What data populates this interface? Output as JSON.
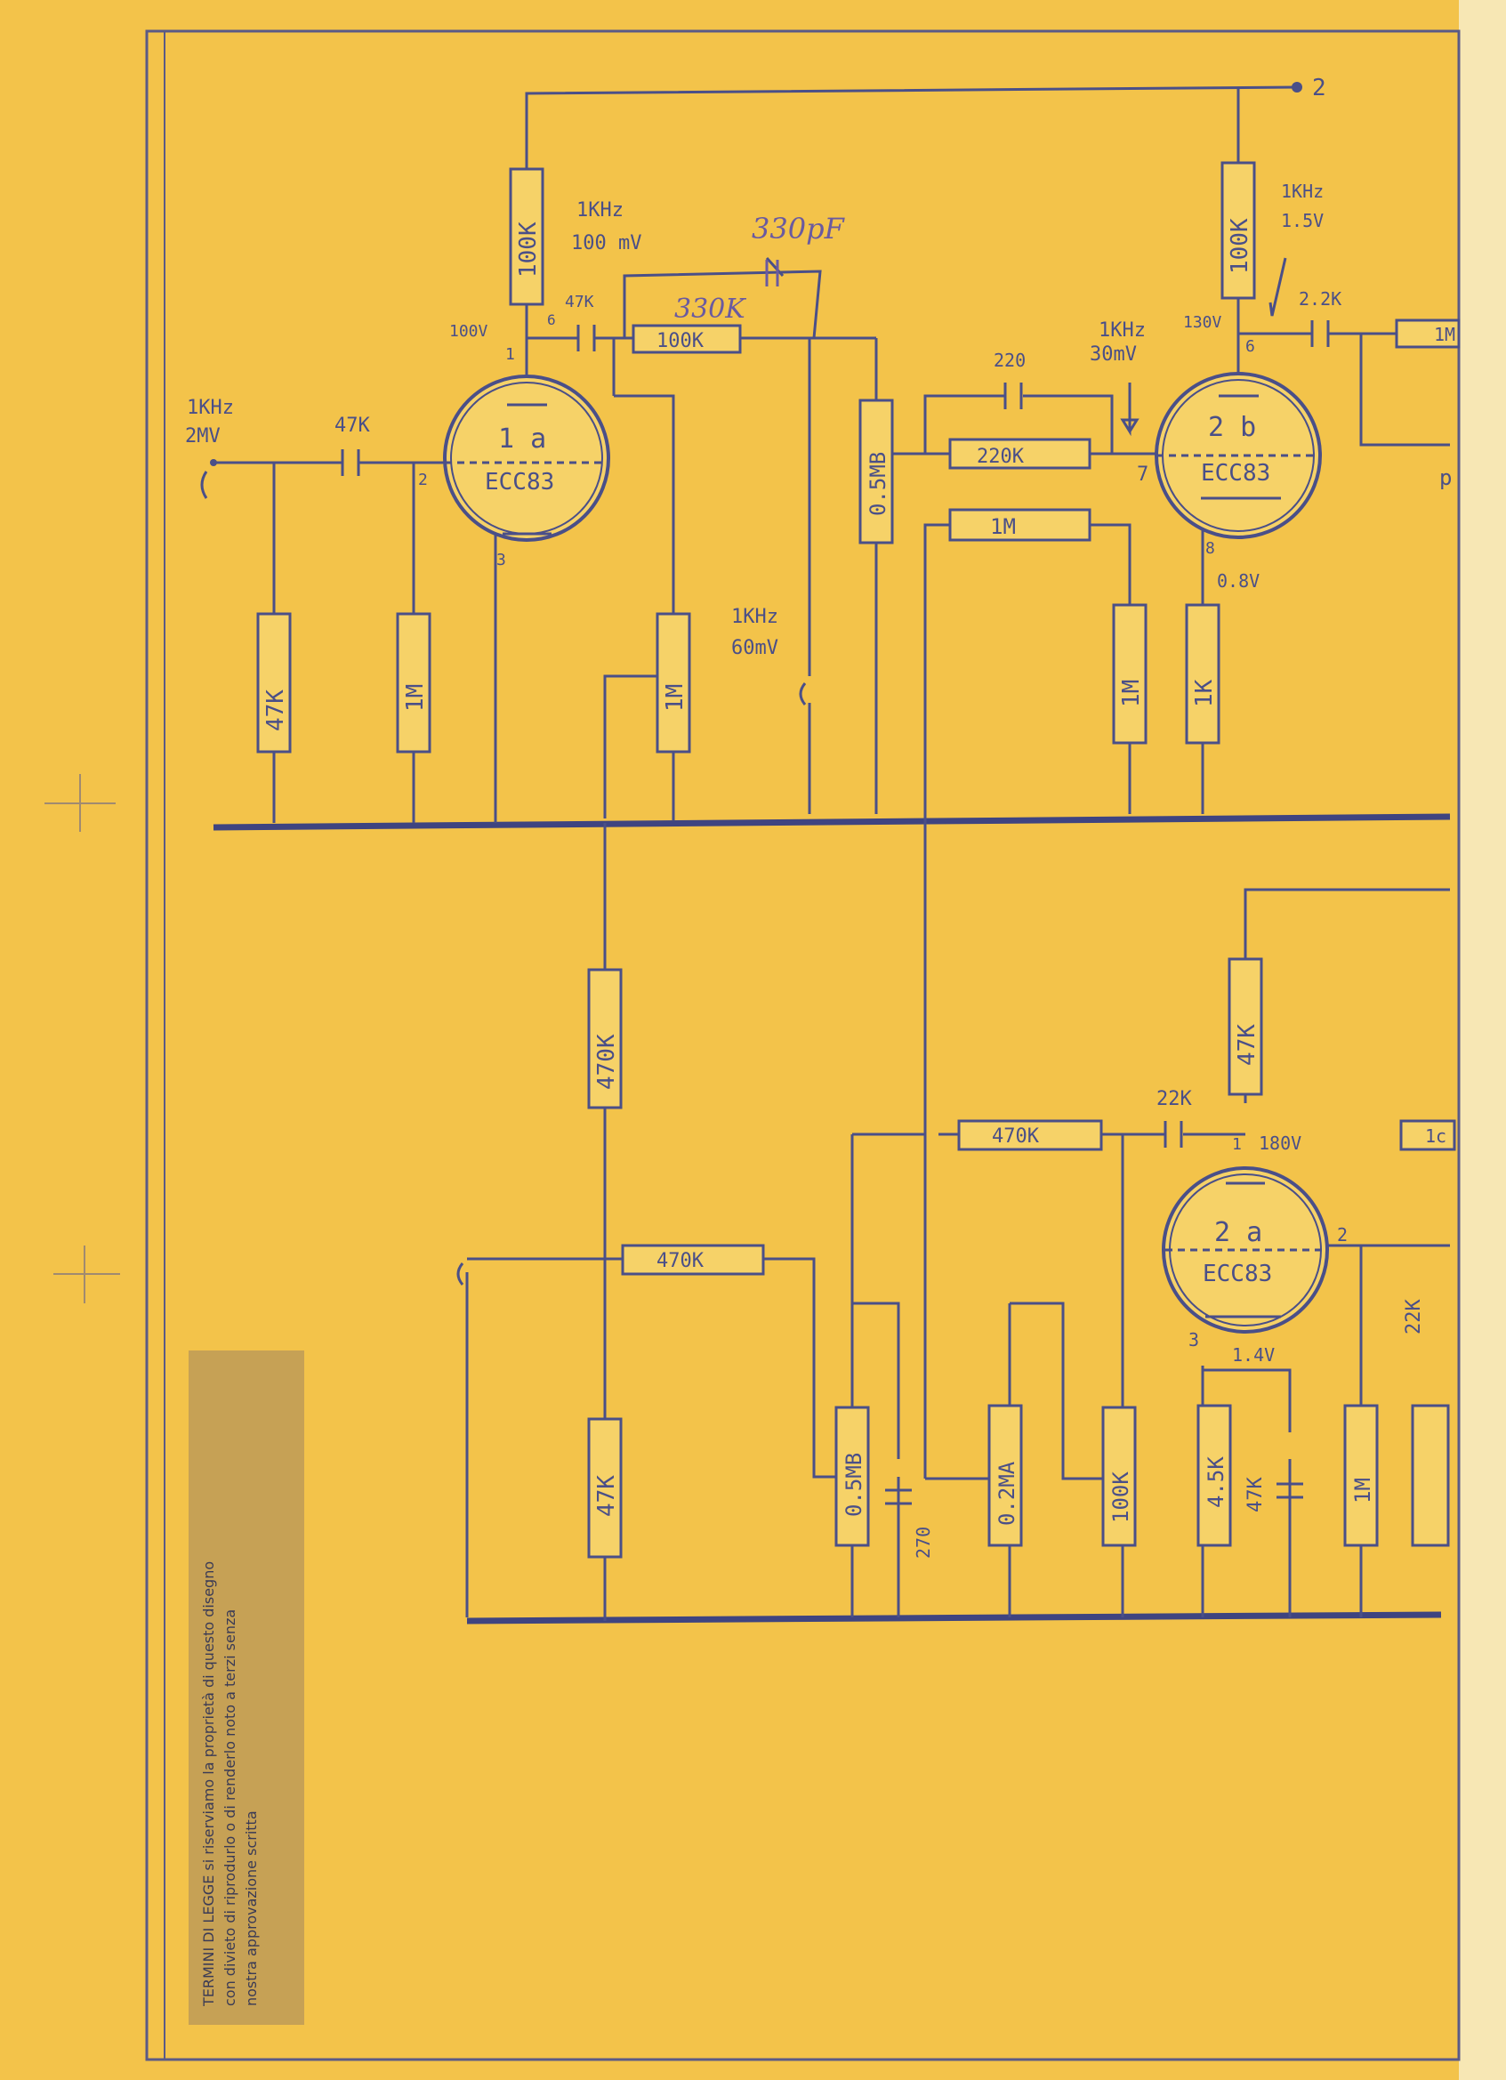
{
  "colors": {
    "paper": "#f3c34a",
    "ink": "#4a4f88",
    "pencil": "#6a5aa0",
    "note_strip": "#b7955a"
  },
  "terminal_2": "2",
  "stage1": {
    "input_freq": "1KHz",
    "input_level": "2MV",
    "input_cap": "47K",
    "grid_res": "47K",
    "grid_leak": "1M",
    "plate_res": "100K",
    "plate_freq": "1KHz",
    "plate_level": "100 mV",
    "plate_voltage": "100V",
    "pin_plate": "1",
    "pin_plate_alt": "6",
    "pin_grid": "2",
    "pin_cathode": "3",
    "tube_section": "1 a",
    "tube_type": "ECC83",
    "coupling_cap": "47K",
    "series_res": "100K",
    "pencil_res": "330K",
    "pencil_cap": "330pF",
    "pot": "1M",
    "tap_freq": "1KHz",
    "tap_level": "60mV",
    "volume_pot": "0.5MB"
  },
  "stage2b": {
    "fb_cap": "220",
    "fb_res": "220K",
    "grid_res": "1M",
    "freq": "1KHz",
    "level": "30mV",
    "plate_res": "100K",
    "plate_freq": "1KHz",
    "plate_level": "1.5V",
    "plate_voltage": "130V",
    "pin_plate": "6",
    "pin_grid": "7",
    "pin_cathode": "8",
    "tube_section": "2 b",
    "tube_type": "ECC83",
    "cathode_voltage": "0.8V",
    "grid_leak": "1M",
    "cathode_res": "1K",
    "out_cap": "2.2K",
    "out_res": "1M",
    "cut_label_p": "p"
  },
  "stage2a": {
    "plate_res": "47K",
    "coupling_cap": "22K",
    "fb_res": "470K",
    "pin_plate": "1",
    "plate_voltage": "180V",
    "pin_grid": "2",
    "pin_cathode": "3",
    "tube_section": "2 a",
    "tube_type": "ECC83",
    "cathode_voltage": "1.4V",
    "cathode_res": "4.5K",
    "cathode_cap": "47K",
    "grid_res": "1M",
    "side_res": "22K",
    "cut_label_1c": "1c"
  },
  "lower": {
    "series_res": "470K",
    "feed_res": "470K",
    "ground_res": "47K",
    "pot_b": "0.5MB",
    "cap": "270",
    "pot_a": "0.2MA",
    "res": "100K"
  },
  "legal_note": "TERMINI DI LEGGE si riserviamo la proprietà di questo disegno con divieto di riprodurlo o di renderlo noto a terzi senza nostra approvazione scritta"
}
